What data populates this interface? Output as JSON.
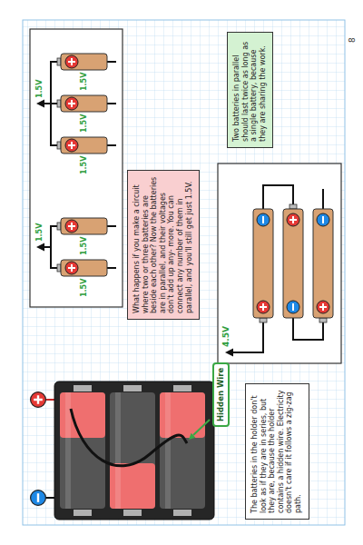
{
  "diagram": {
    "nodes": [
      {
        "text": [
          "Hidden Wire"
        ]
      },
      {
        "text": [
          "What happens if you make a circuit where two or three batteries are beside each other? Now the batteries are in parallel, and their voltages don't add up any- more. You can connect any number of them in parallel, and you'll still get just 1.5V."
        ]
      },
      {
        "text": [
          "The batteries in the holder don't look as if they are in series, but they are, because the holder contains a hidden wire. Electricity doesn't care if it follows a zig-zag path."
        ]
      },
      {
        "text": [
          "Two batteries in parallel should last twice as long as a single battery, because they are sharing the work."
        ]
      }
    ],
    "labels": [
      "1.5V",
      "1.5V",
      "1.5V",
      "1.5V",
      "1.5V",
      "1.5V",
      "1.5V",
      "4.5V",
      "8"
    ]
  }
}
